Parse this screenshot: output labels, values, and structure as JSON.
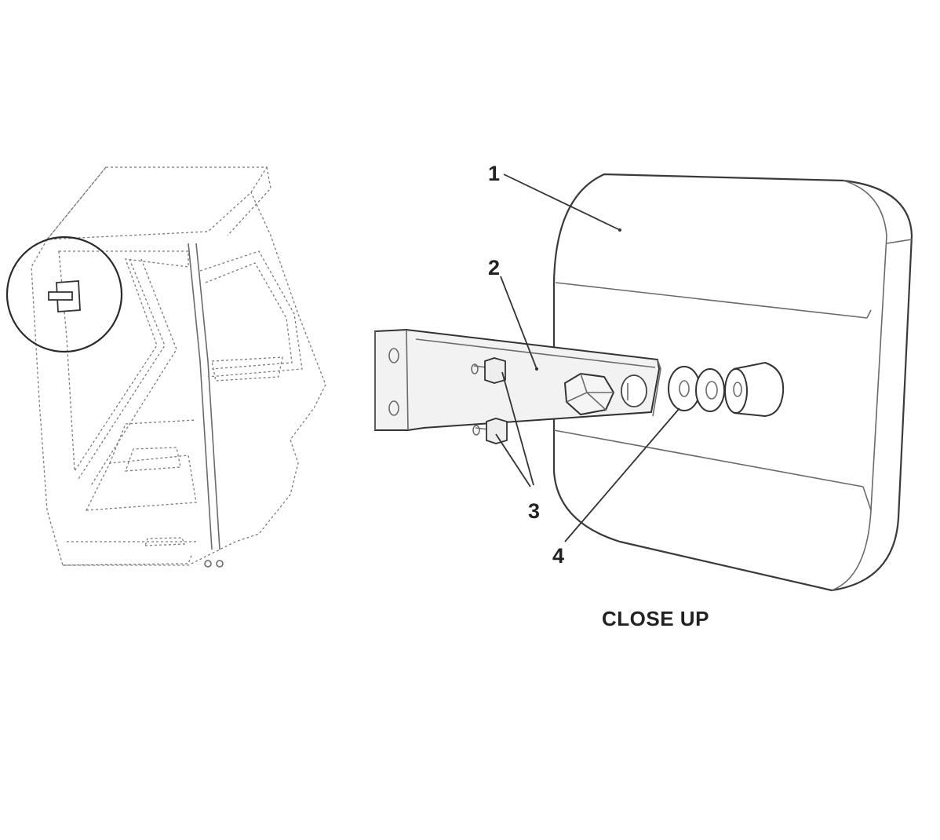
{
  "callouts": {
    "c1": "1",
    "c2": "2",
    "c3": "3",
    "c4": "4"
  },
  "caption": "CLOSE UP",
  "colors": {
    "line": "#2a2a2a",
    "shade": "#e8e8e8",
    "background": "#ffffff"
  }
}
